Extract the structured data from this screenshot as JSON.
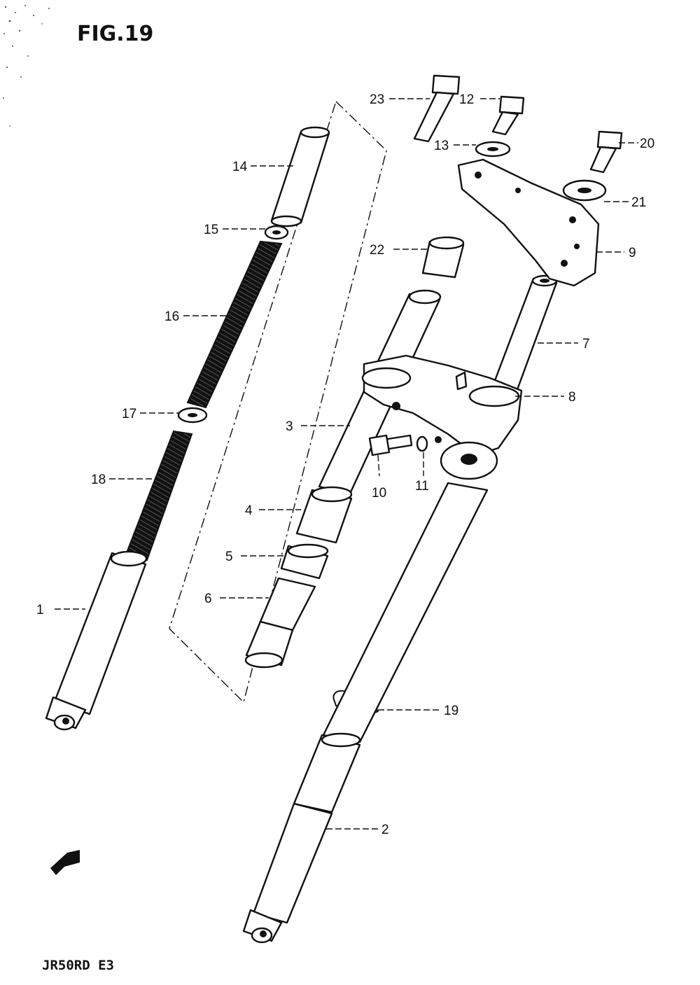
{
  "figure": {
    "title": "FIG.19",
    "model_code": "JR50RD E3"
  },
  "callouts": [
    {
      "id": "c1",
      "number": "1"
    },
    {
      "id": "c2",
      "number": "2"
    },
    {
      "id": "c3",
      "number": "3"
    },
    {
      "id": "c4",
      "number": "4"
    },
    {
      "id": "c5",
      "number": "5"
    },
    {
      "id": "c6",
      "number": "6"
    },
    {
      "id": "c7",
      "number": "7"
    },
    {
      "id": "c8",
      "number": "8"
    },
    {
      "id": "c9",
      "number": "9"
    },
    {
      "id": "c10",
      "number": "10"
    },
    {
      "id": "c11",
      "number": "11"
    },
    {
      "id": "c12",
      "number": "12"
    },
    {
      "id": "c13",
      "number": "13"
    },
    {
      "id": "c14",
      "number": "14"
    },
    {
      "id": "c15",
      "number": "15"
    },
    {
      "id": "c16",
      "number": "16"
    },
    {
      "id": "c17",
      "number": "17"
    },
    {
      "id": "c18",
      "number": "18"
    },
    {
      "id": "c19",
      "number": "19"
    },
    {
      "id": "c20",
      "number": "20"
    },
    {
      "id": "c21",
      "number": "21"
    },
    {
      "id": "c22",
      "number": "22"
    },
    {
      "id": "c23",
      "number": "23"
    }
  ],
  "colors": {
    "ink": "#111111",
    "paper": "#ffffff"
  }
}
